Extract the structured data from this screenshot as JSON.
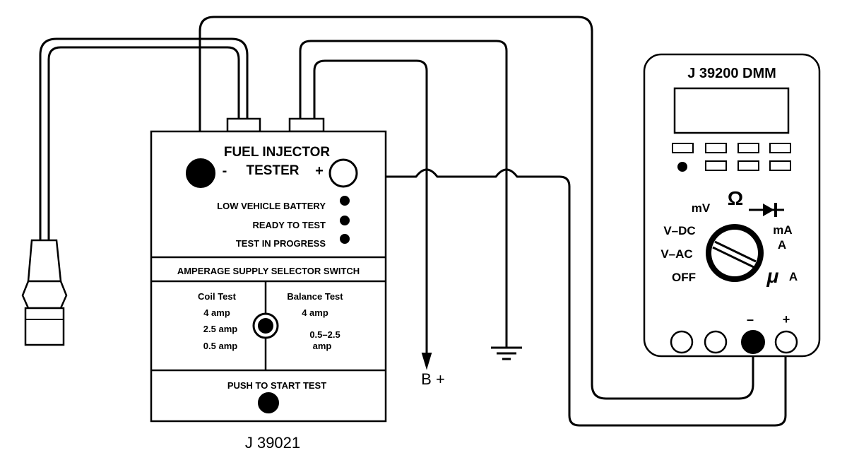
{
  "tester": {
    "title_line1": "FUEL INJECTOR",
    "title_line2": "TESTER",
    "minus": "-",
    "plus": "+",
    "indicator_low_battery": "LOW VEHICLE BATTERY",
    "indicator_ready": "READY TO TEST",
    "indicator_in_progress": "TEST IN PROGRESS",
    "selector_header": "AMPERAGE SUPPLY SELECTOR SWITCH",
    "coil_test": {
      "title": "Coil Test",
      "options": [
        "4 amp",
        "2.5 amp",
        "0.5 amp"
      ]
    },
    "balance_test": {
      "title": "Balance Test",
      "options": [
        "4 amp",
        "0.5–2.5",
        "amp"
      ]
    },
    "push_label": "PUSH TO START TEST",
    "model": "J 39021"
  },
  "supply": {
    "battery_label": "B +"
  },
  "dmm": {
    "title": "J 39200 DMM",
    "dial_labels": {
      "mv": "mV",
      "ohm": "Ω",
      "vdc": "V–DC",
      "vac": "V–AC",
      "off": "OFF",
      "ma": "mA",
      "a": "A",
      "ua_mu": "μ",
      "ua_a": "A"
    },
    "jack_minus": "–",
    "jack_plus": "+"
  }
}
